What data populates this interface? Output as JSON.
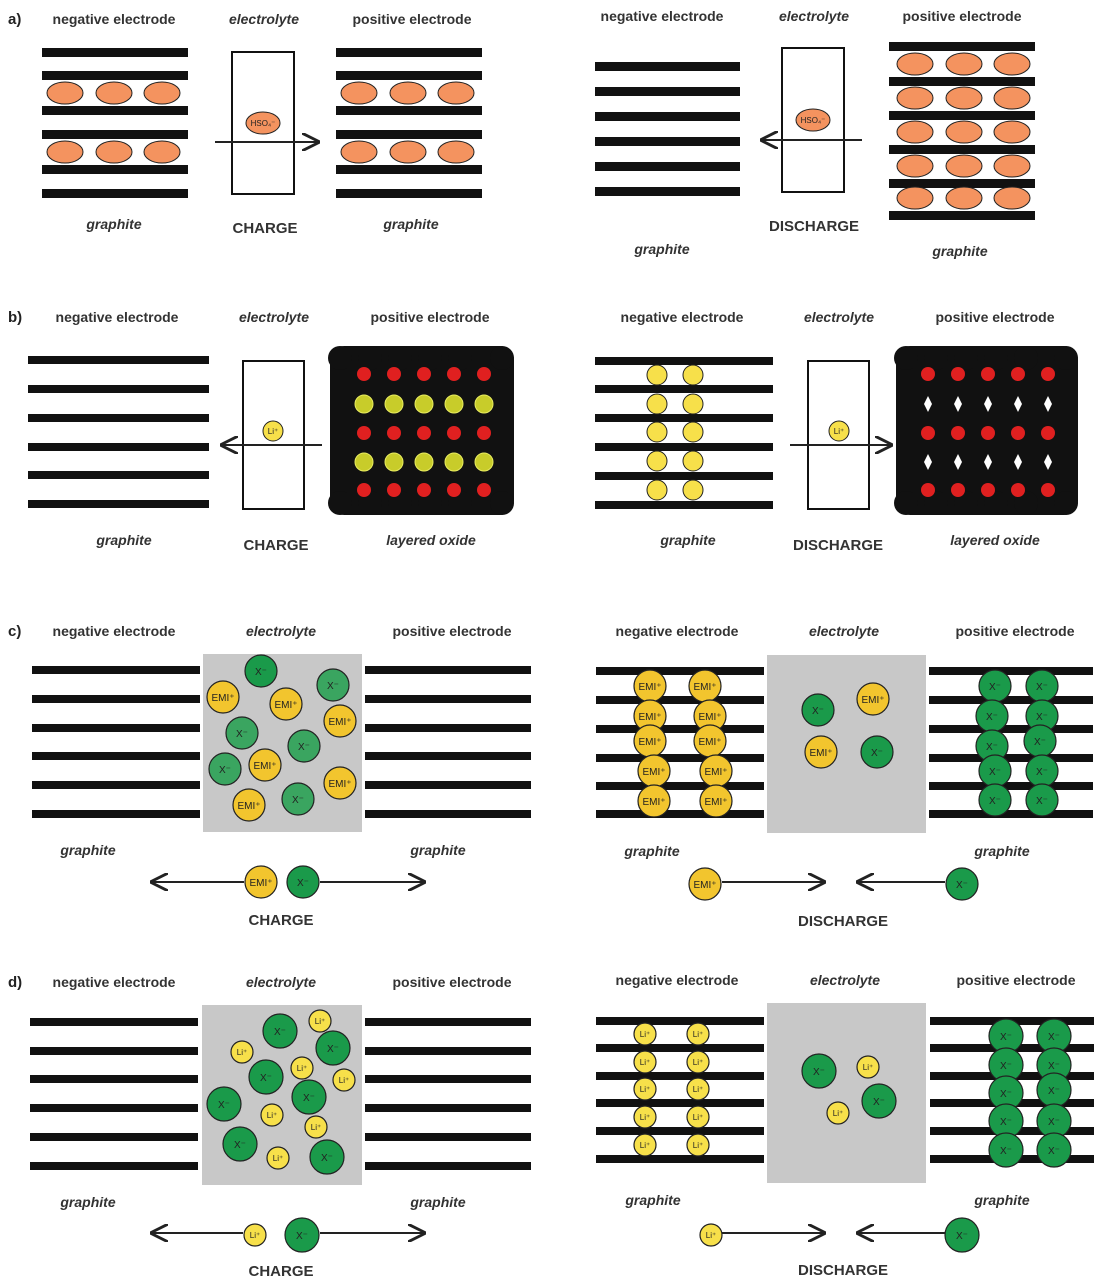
{
  "colors": {
    "bar": "#111111",
    "orange_ion": "#f4935f",
    "yellow_ion": "#f7e04a",
    "emi_ion": "#f2c52e",
    "x_ion": "#1a9a4a",
    "x_ion_light": "#3aa560",
    "electrolyte_bg": "#c8c8c8",
    "oxide_black": "#111111",
    "oxide_red": "#e02020",
    "arrow": "#222222"
  },
  "labels": {
    "panel_a": "a)",
    "panel_b": "b)",
    "panel_c": "c)",
    "panel_d": "d)",
    "negative_electrode": "negative electrode",
    "positive_electrode": "positive electrode",
    "electrolyte": "electrolyte",
    "graphite": "graphite",
    "layered_oxide": "layered oxide",
    "charge": "CHARGE",
    "discharge": "DISCHARGE"
  },
  "ions": {
    "hso4": "HSO₄⁻",
    "li": "Li⁺",
    "emi": "EMI⁺",
    "x": "X⁻"
  }
}
